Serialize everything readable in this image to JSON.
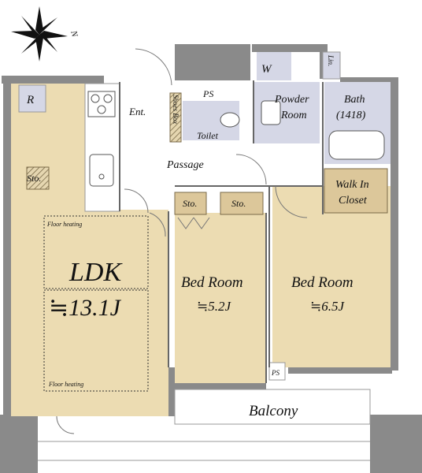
{
  "compass": {
    "north": "N"
  },
  "rooms": {
    "ldk": {
      "name": "LDK",
      "size": "≒13.1J",
      "heating_top": "Floor heating",
      "heating_bottom": "Floor heating"
    },
    "bed1": {
      "name": "Bed Room",
      "size": "≒5.2J"
    },
    "bed2": {
      "name": "Bed Room",
      "size": "≒6.5J"
    },
    "balcony": {
      "name": "Balcony"
    },
    "bath": {
      "name": "Bath",
      "size": "(1418)"
    },
    "powder": {
      "name_line1": "Powder",
      "name_line2": "Room"
    },
    "walkin": {
      "name_line1": "Walk In",
      "name_line2": "Closet"
    },
    "passage": {
      "name": "Passage"
    },
    "toilet": {
      "name": "Toilet"
    },
    "entrance": {
      "name": "Ent."
    },
    "shoes_box": {
      "name": "Shoes Box"
    },
    "refrigerator": {
      "name": "R"
    },
    "ps_top": {
      "name": "PS"
    },
    "ps_bottom": {
      "name": "PS"
    },
    "washer": {
      "name": "W"
    },
    "linen": {
      "name": "Lin."
    },
    "storage_ldk": {
      "name": "Sto."
    },
    "storage_bed1": {
      "name": "Sto."
    },
    "storage_hall": {
      "name": "Sto."
    }
  },
  "colors": {
    "room": "#ecdcb2",
    "wet": "#d5d7e6",
    "wall": "#8a8a8a",
    "storage": "#dcc79a",
    "stripe": "#6e5a34"
  }
}
